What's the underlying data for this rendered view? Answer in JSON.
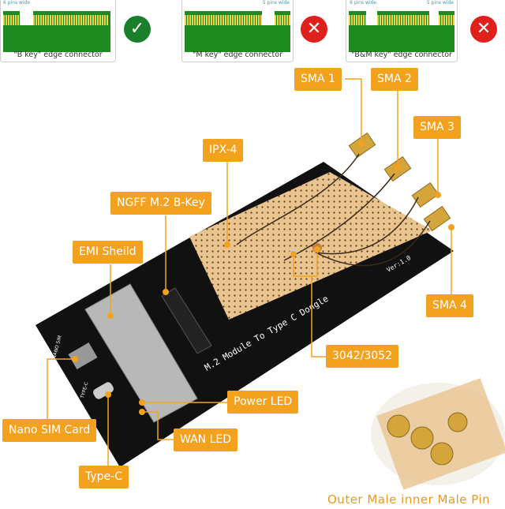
{
  "key_panels": [
    {
      "caption": "\"B key\"  edge connector",
      "notes": [
        "6 pins wide"
      ],
      "status": "compatible",
      "badge_icon": "check-icon"
    },
    {
      "caption": "\"M key\"  edge connector",
      "notes": [
        "5 pins wide"
      ],
      "status": "incompatible",
      "badge_icon": "x-icon"
    },
    {
      "caption": "\"B&M key\"  edge connector",
      "notes": [
        "6 pins wide",
        "5 pins wide"
      ],
      "status": "incompatible",
      "badge_icon": "x-icon"
    }
  ],
  "labels": {
    "sma1": "SMA 1",
    "sma2": "SMA 2",
    "sma3": "SMA 3",
    "sma4": "SMA 4",
    "ipx4": "IPX-4",
    "ngff": "NGFF M.2 B-Key",
    "emi": "EMI Sheild",
    "size": "3042/3052",
    "power_led": "Power LED",
    "nano_sim": "Nano SIM Card",
    "wan_led": "WAN LED",
    "type_c": "Type-C"
  },
  "board_text": {
    "title": "M.2 Module To Type C Dongle",
    "version": "Ver:1.0",
    "sim": "NANO SIM",
    "typec": "TYPE-C"
  },
  "footer": "Outer Male inner Male Pin",
  "colors": {
    "accent": "#f3a21f",
    "pcb_green": "#1f8a1f",
    "gold": "#e8c34a",
    "check": "#1a7f2a",
    "cross": "#e0201c",
    "board": "#111111",
    "perfboard": "#e9c48f"
  }
}
